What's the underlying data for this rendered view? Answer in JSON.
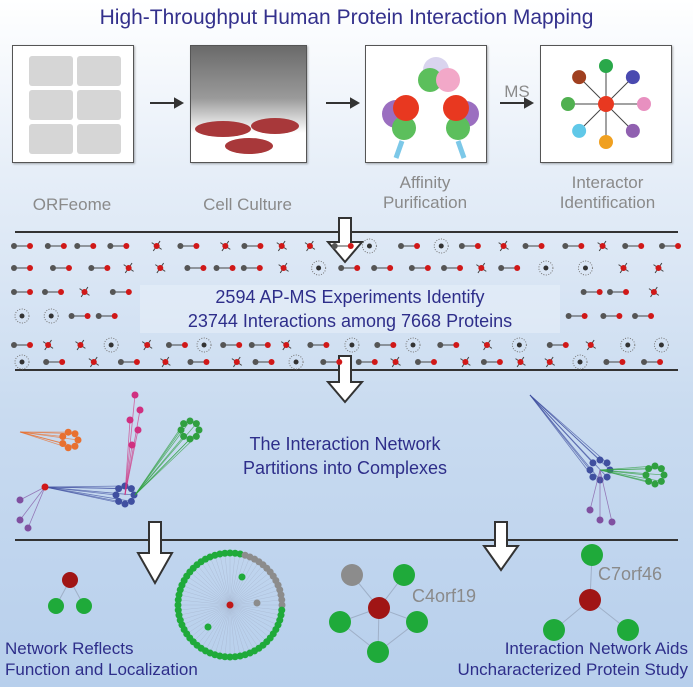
{
  "title": "High-Throughput Human Protein Interaction Mapping",
  "steps": [
    {
      "label_lines": [
        "ORFeome"
      ]
    },
    {
      "label_lines": [
        "Cell Culture"
      ]
    },
    {
      "label_lines": [
        "Affinity",
        "Purification"
      ]
    },
    {
      "label_lines": [
        "Interactor",
        "Identification"
      ]
    }
  ],
  "ms_label": "MS",
  "experiments": {
    "line1": "2594 AP-MS Experiments Identify",
    "line2": "23744 Interactions among 7668 Proteins"
  },
  "network": {
    "line1": "The Interaction Network",
    "line2": "Partitions into Complexes"
  },
  "bottom_left": {
    "line1": "Network Reflects",
    "line2": "Function and Localization"
  },
  "bottom_right": {
    "line1": "Interaction Network Aids",
    "line2": "Uncharacterized Protein Study"
  },
  "proteins": {
    "a": "C4orf19",
    "b": "C7orf46"
  },
  "colors": {
    "bait": "#c01818",
    "prey": "#1faa3a",
    "gray": "#8c8c8c",
    "title": "#33308c"
  }
}
